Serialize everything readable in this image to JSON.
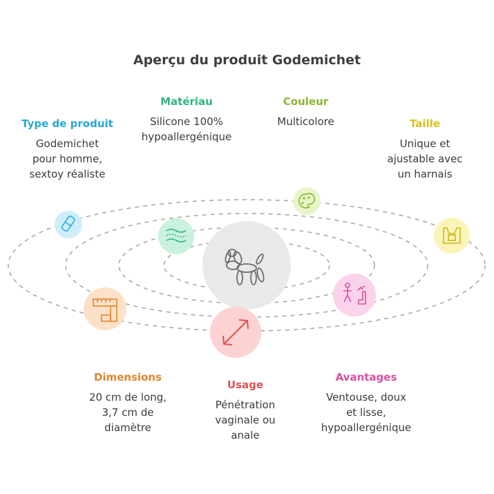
{
  "title": "Aperçu du produit Godemichet",
  "categories": {
    "type": {
      "label": "Type de produit",
      "text": "Godemichet\npour homme,\nsextoy réaliste",
      "color": "#27a9d6",
      "icon": "tube-icon"
    },
    "materiau": {
      "label": "Matériau",
      "text": "Silicone 100%\nhypoallergénique",
      "color": "#2fb37c",
      "icon": "fabric-layers-icon"
    },
    "couleur": {
      "label": "Couleur",
      "text": "Multicolore",
      "color": "#8bb535",
      "icon": "palette-icon"
    },
    "taille": {
      "label": "Taille",
      "text": "Unique et\najustable avec\nun harnais",
      "color": "#d4c21a",
      "icon": "harness-icon"
    },
    "dimensions": {
      "label": "Dimensions",
      "text": "20 cm de long,\n3,7 cm de\ndiamètre",
      "color": "#e0862f",
      "icon": "ruler-icon"
    },
    "usage": {
      "label": "Usage",
      "text": "Pénétration\nvaginale ou\nanale",
      "color": "#e05252",
      "icon": "diagonal-arrows-icon"
    },
    "avantages": {
      "label": "Avantages",
      "text": "Ventouse, doux\net lisse,\nhypoallergénique",
      "color": "#d84fa0",
      "icon": "person-chair-icon"
    }
  },
  "center": {
    "icon": "balloon-dog-icon"
  }
}
